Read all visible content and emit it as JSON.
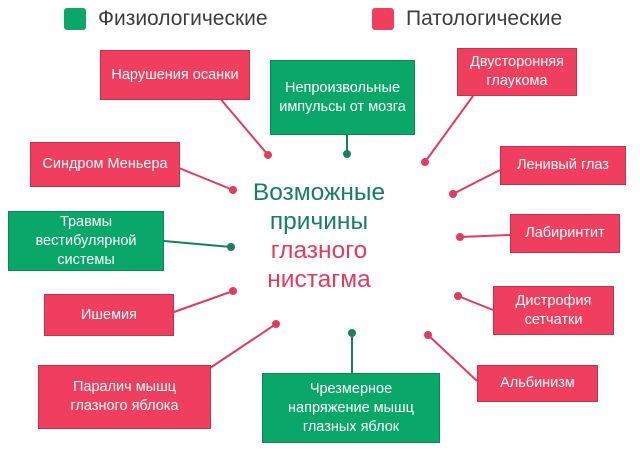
{
  "colors": {
    "physiological": "#0aa868",
    "pathological": "#f03e5f",
    "center_green": "#19805a",
    "center_red": "#e23c5c"
  },
  "legend": {
    "physiological": "Физиологические",
    "pathological": "Патологические"
  },
  "center": {
    "line1": "Возможные",
    "line2": "причины",
    "line3": "глазного",
    "line4": "нистагма"
  },
  "causes": {
    "posture": "Нарушения осанки",
    "brain_impulses": "Непроизвольные импульсы от мозга",
    "glaucoma": "Двусторонняя глаукома",
    "meniere": "Синдром Меньера",
    "lazy_eye": "Ленивый глаз",
    "vestibular": "Травмы вестибулярной системы",
    "labyrinthitis": "Лабиринтит",
    "ischemia": "Ишемия",
    "retina": "Дистрофия сетчатки",
    "paralysis": "Паралич мышц глазного яблока",
    "strain": "Чрезмерное напряжение мышц глазных яблок",
    "albinism": "Альбинизм"
  }
}
